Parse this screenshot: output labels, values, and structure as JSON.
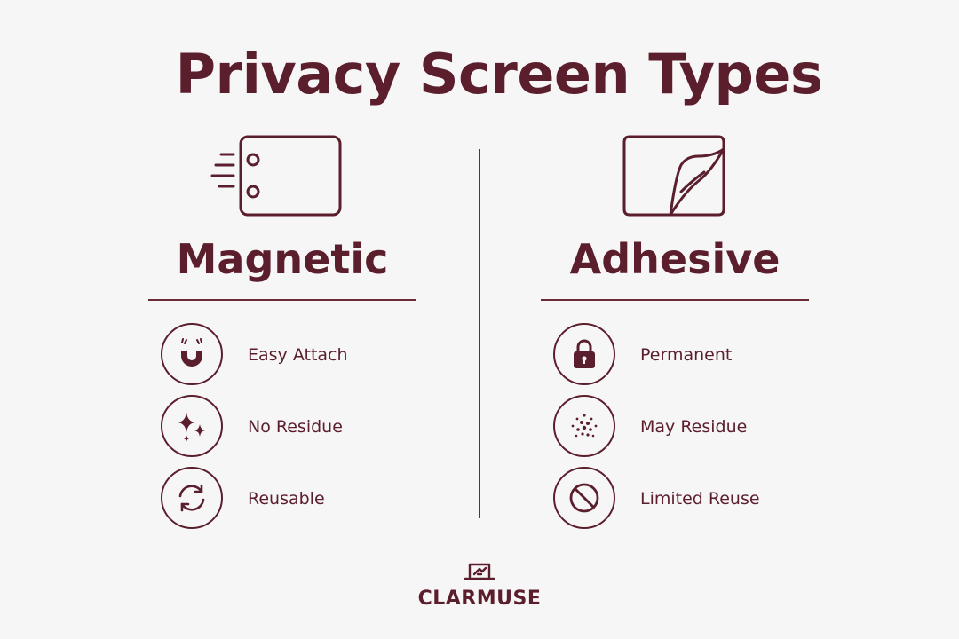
{
  "title": "Privacy Screen Types",
  "columns": [
    {
      "heading": "Magnetic",
      "hero_icon": "magnetic-screen-icon",
      "features": [
        {
          "label": "Easy Attach",
          "icon": "magnet-icon"
        },
        {
          "label": "No Residue",
          "icon": "sparkle-icon"
        },
        {
          "label": "Reusable",
          "icon": "refresh-icon"
        }
      ]
    },
    {
      "heading": "Adhesive",
      "hero_icon": "peeling-film-icon",
      "features": [
        {
          "label": "Permanent",
          "icon": "lock-icon"
        },
        {
          "label": "May Residue",
          "icon": "dots-icon"
        },
        {
          "label": "Limited Reuse",
          "icon": "prohibited-icon"
        }
      ]
    }
  ],
  "brand": {
    "name": "CLARMUSE",
    "logo_icon": "clarmuse-logo-icon"
  },
  "colors": {
    "ink": "#5b1e2d",
    "background": "#f7f6f6"
  }
}
